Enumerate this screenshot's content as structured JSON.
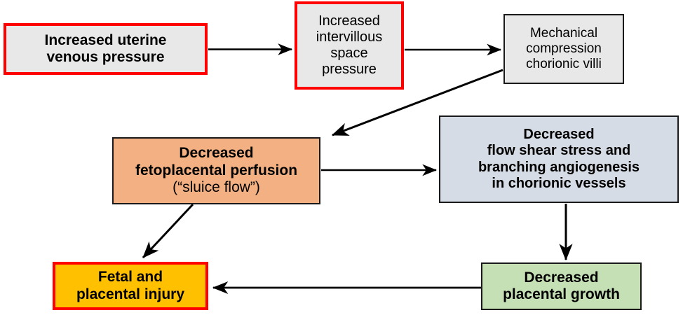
{
  "diagram": {
    "title": "Uterine venous pressure pathophysiology flowchart",
    "type": "flowchart",
    "background_color": "#ffffff",
    "nodes": [
      {
        "id": "uterine-venous-pressure",
        "lines": [
          "Increased uterine",
          "venous pressure"
        ],
        "fill_color": "#e8e8e8",
        "border_color": "#ff0000",
        "text_color": "#000000",
        "bold": true
      },
      {
        "id": "intervillous-space-pressure",
        "lines": [
          "Increased",
          "intervillous",
          "space",
          "pressure"
        ],
        "fill_color": "#e8e8e8",
        "border_color": "#ff0000",
        "text_color": "#000000",
        "bold": false
      },
      {
        "id": "mechanical-compression",
        "lines": [
          "Mechanical",
          "compression",
          "chorionic villi"
        ],
        "fill_color": "#e8e8e8",
        "border_color": "#1a1a1a",
        "text_color": "#000000",
        "bold": false
      },
      {
        "id": "fetoplacental-perfusion",
        "lines": [
          "Decreased",
          "fetoplacental perfusion"
        ],
        "sub_line": "(“sluice flow”)",
        "fill_color": "#f3b183",
        "border_color": "#1a1a1a",
        "text_color": "#000000",
        "bold": true
      },
      {
        "id": "flow-shear-stress",
        "lines": [
          "Decreased",
          "flow shear stress and",
          "branching angiogenesis",
          "in chorionic vessels"
        ],
        "fill_color": "#d6dce5",
        "border_color": "#1a1a1a",
        "text_color": "#000000",
        "bold": true
      },
      {
        "id": "fetal-placental-injury",
        "lines": [
          "Fetal and",
          "placental injury"
        ],
        "fill_color": "#ffc000",
        "border_color": "#ff0000",
        "text_color": "#000000",
        "bold": true
      },
      {
        "id": "placental-growth",
        "lines": [
          "Decreased",
          "placental growth"
        ],
        "fill_color": "#c5e0b4",
        "border_color": "#1a1a1a",
        "text_color": "#000000",
        "bold": true
      }
    ],
    "edges": [
      {
        "id": "edge-1",
        "from": "uterine-venous-pressure",
        "to": "intervillous-space-pressure",
        "style": "straight-horizontal",
        "color": "#000000"
      },
      {
        "id": "edge-2",
        "from": "intervillous-space-pressure",
        "to": "mechanical-compression",
        "style": "straight-horizontal",
        "color": "#000000"
      },
      {
        "id": "edge-3",
        "from": "mechanical-compression",
        "to": "fetoplacental-perfusion",
        "style": "diagonal-down-left",
        "color": "#000000"
      },
      {
        "id": "edge-4",
        "from": "fetoplacental-perfusion",
        "to": "flow-shear-stress",
        "style": "straight-horizontal",
        "color": "#000000"
      },
      {
        "id": "edge-5",
        "from": "fetoplacental-perfusion",
        "to": "fetal-placental-injury",
        "style": "diagonal-down-left",
        "color": "#000000"
      },
      {
        "id": "edge-6",
        "from": "flow-shear-stress",
        "to": "placental-growth",
        "style": "straight-vertical",
        "color": "#000000"
      },
      {
        "id": "edge-7",
        "from": "placental-growth",
        "to": "fetal-placental-injury",
        "style": "straight-horizontal-reverse",
        "color": "#000000"
      }
    ]
  }
}
